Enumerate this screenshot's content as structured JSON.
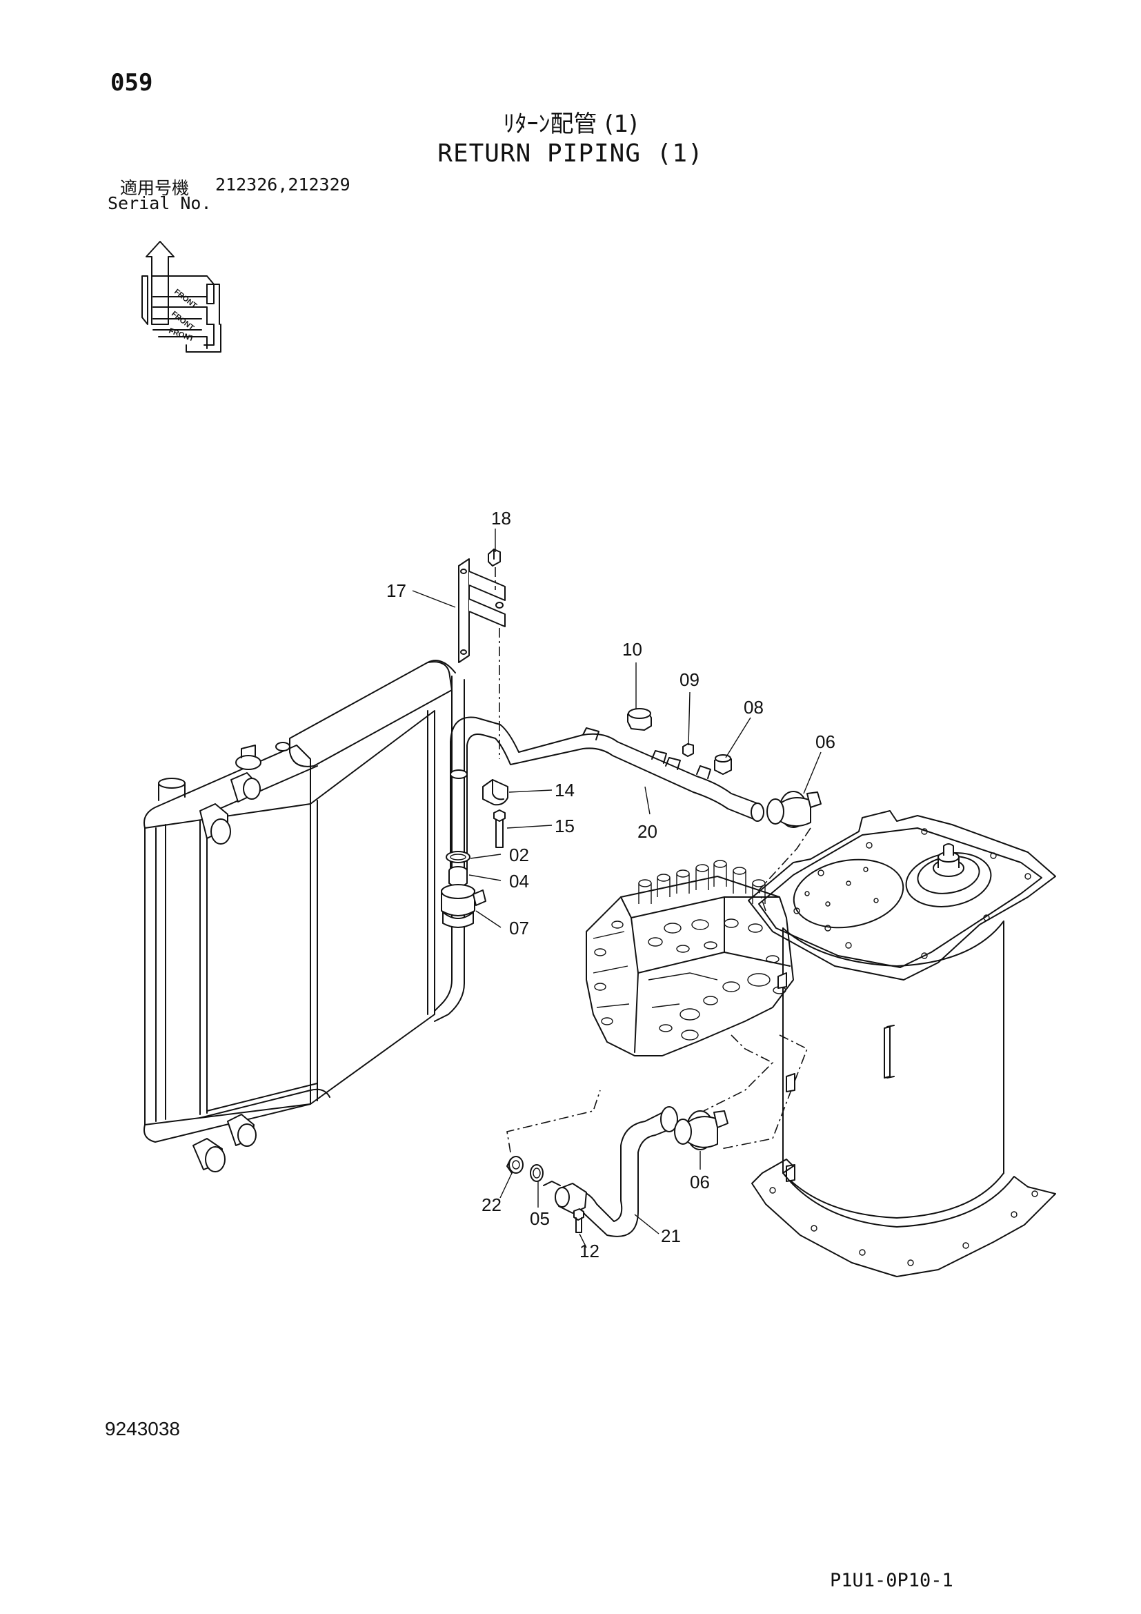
{
  "header": {
    "page_number": "059",
    "title_jp": "ﾘﾀｰﾝ配管 (1)",
    "title_en": "RETURN PIPING (1)",
    "serial_label_jp": "適用号機",
    "serial_label_en": "Serial No.",
    "serial_numbers": "212326,212329"
  },
  "orientation_icon": {
    "labels": [
      "FRONT",
      "FRONT",
      "FRONT"
    ]
  },
  "callouts": [
    "18",
    "17",
    "10",
    "09",
    "08",
    "06",
    "14",
    "15",
    "20",
    "02",
    "04",
    "07",
    "22",
    "05",
    "12",
    "21",
    "06"
  ],
  "footer": {
    "drawing_number": "9243038",
    "page_code": "P1U1-0P10-1"
  }
}
